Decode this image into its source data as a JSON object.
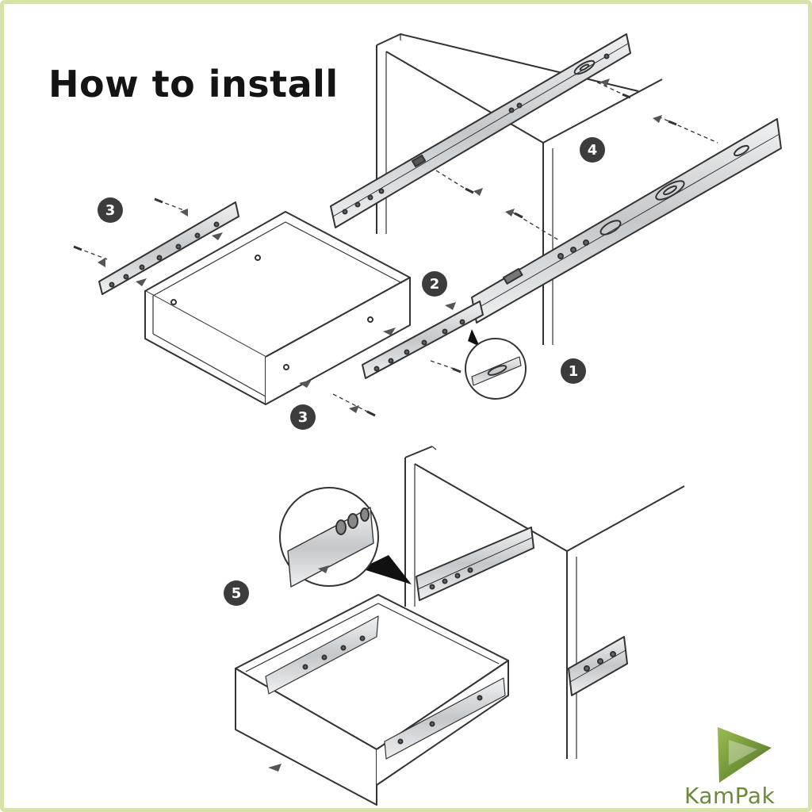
{
  "title": "How to install",
  "steps": {
    "s1": "1",
    "s2": "2",
    "s3a": "3",
    "s3b": "3",
    "s4": "4",
    "s5": "5"
  },
  "brand": {
    "name": "KamPak",
    "color": "#6b8a3a"
  },
  "colors": {
    "border": "#d5e3a6",
    "line": "#333333",
    "rail": "#cfd2d4",
    "badge": "#3c3c3c"
  }
}
